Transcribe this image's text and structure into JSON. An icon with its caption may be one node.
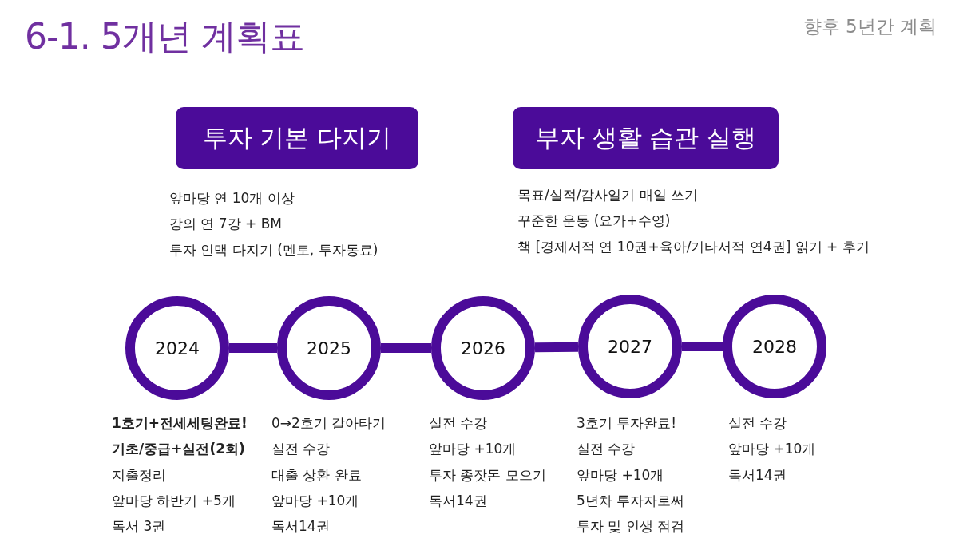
{
  "diagram": {
    "title": "6-1. 5개년 계획표",
    "nodes": [
      {
        "text": [
          "투자 기본 다지기"
        ],
        "beside": [
          "앞마당 연 10개 이상",
          "강의 연 7강 + BM",
          "투자 인맥 다지기 (멘토, 투자동료)"
        ]
      },
      {
        "text": [
          "부자 생활 습관 실행"
        ],
        "beside": [
          "목표/실적/감사일기 매일 쓰기",
          "꾸준한 운동 (요가+수영)",
          "책 [경제서적 연 10권+육아/기타서적 연4권] 읽기 + 후기"
        ]
      },
      {
        "text": [
          "2024"
        ],
        "beside": [
          "1호기+전세세팅완료!",
          "기초/중급+실전(2회)",
          "지출정리",
          "앞마당 하반기 +5개",
          "독서 3권"
        ]
      },
      {
        "text": [
          "2025"
        ],
        "beside": [
          "0→2호기 갈아타기",
          "실전 수강",
          "대출 상환 완료",
          "앞마당 +10개",
          "독서14권"
        ]
      },
      {
        "text": [
          "2026"
        ],
        "beside": [
          "실전 수강",
          "앞마당 +10개",
          "투자 종잣돈 모으기",
          "독서14권"
        ]
      },
      {
        "text": [
          "2027"
        ],
        "beside": [
          "3호기 투자완료!",
          "실전 수강",
          "앞마당 +10개",
          "5년차 투자자로써",
          "투자 및 인생 점검"
        ]
      },
      {
        "text": [
          "2028"
        ],
        "beside": [
          "실전 수강",
          "앞마당 +10개",
          "독서14권"
        ]
      }
    ],
    "edges": [
      {
        "from": 2,
        "to": 3,
        "arrow": "none"
      },
      {
        "from": 3,
        "to": 4,
        "arrow": "none"
      },
      {
        "from": 4,
        "to": 5,
        "arrow": "none"
      },
      {
        "from": 5,
        "to": 6,
        "arrow": "none"
      }
    ],
    "labels": [
      "향후 5년간 계획"
    ]
  }
}
